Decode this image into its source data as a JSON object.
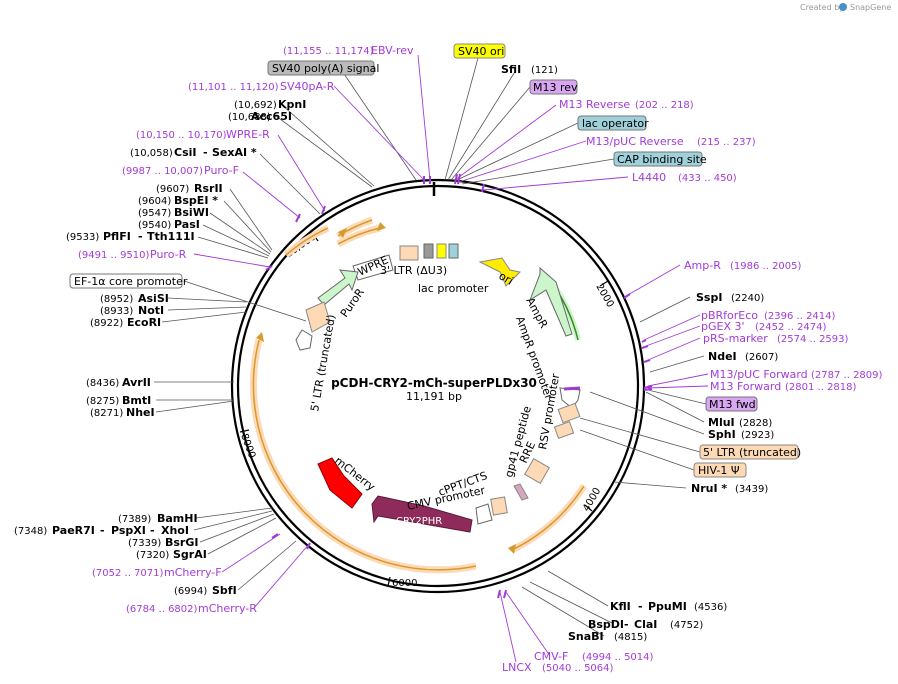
{
  "credit": {
    "text": "Created by",
    "brand": "SnapGene"
  },
  "map": {
    "name": "pCDH-CRY2-mCh-superPLDx30",
    "length": "11,191 bp"
  },
  "ticks": [
    "2000",
    "4000",
    "6000",
    "8000",
    "10,000"
  ],
  "labels": {
    "ebv_rev": {
      "name": "EBV-rev",
      "pos": "(11,155 .. 11,174)"
    },
    "sv40_ori": "SV40 ori",
    "sfii": {
      "name": "SfiI",
      "pos": "(121)"
    },
    "sv40_polya": "SV40 poly(A) signal",
    "sv40pa_r": {
      "name": "SV40pA-R",
      "pos": "(11,101 .. 11,120)"
    },
    "m13_rev": "M13 rev",
    "kpni": {
      "name": "KpnI",
      "pos": "(10,692)"
    },
    "acc65i": {
      "name": "Acc65I",
      "pos": "(10,688)"
    },
    "m13_reverse": {
      "name": "M13 Reverse",
      "pos": "(202 .. 218)"
    },
    "lac_operator": "lac operator",
    "wpre_r": {
      "name": "WPRE-R",
      "pos": "(10,150 .. 10,170)"
    },
    "m13puc_reverse": {
      "name": "M13/pUC Reverse",
      "pos": "(215 .. 237)"
    },
    "csii": {
      "name": "CsiI",
      "sep": "-",
      "name2": "SexAI *",
      "pos": "(10,058)"
    },
    "cap_site": "CAP binding site",
    "puro_f": {
      "name": "Puro-F",
      "pos": "(9987 .. 10,007)"
    },
    "l4440": {
      "name": "L4440",
      "pos": "(433 .. 450)"
    },
    "rsrii": {
      "name": "RsrII",
      "pos": "(9607)"
    },
    "bspei": {
      "name": "BspEI *",
      "pos": "(9604)"
    },
    "bsiwi": {
      "name": "BsiWI",
      "pos": "(9547)"
    },
    "pasi": {
      "name": "PasI",
      "pos": "(9540)"
    },
    "pflfi": {
      "name": "PflFI",
      "sep": "-",
      "name2": "Tth111I",
      "pos": "(9533)"
    },
    "puro_r": {
      "name": "Puro-R",
      "pos": "(9491 .. 9510)"
    },
    "amp_r": {
      "name": "Amp-R",
      "pos": "(1986 .. 2005)"
    },
    "ef1a": "EF-1α core promoter",
    "sspi": {
      "name": "SspI",
      "pos": "(2240)"
    },
    "asisi": {
      "name": "AsiSI",
      "pos": "(8952)"
    },
    "noti": {
      "name": "NotI",
      "pos": "(8933)"
    },
    "ecori": {
      "name": "EcoRI",
      "pos": "(8922)"
    },
    "pbrforeco": {
      "name": "pBRforEco",
      "pos": "(2396 .. 2414)"
    },
    "pgex3": {
      "name": "pGEX 3'",
      "pos": "(2452 .. 2474)"
    },
    "prs_marker": {
      "name": "pRS-marker",
      "pos": "(2574 .. 2593)"
    },
    "ndei": {
      "name": "NdeI",
      "pos": "(2607)"
    },
    "m13puc_forward": {
      "name": "M13/pUC Forward",
      "pos": "(2787 .. 2809)"
    },
    "m13_forward": {
      "name": "M13 Forward",
      "pos": "(2801 .. 2818)"
    },
    "avrii": {
      "name": "AvrII",
      "pos": "(8436)"
    },
    "m13_fwd": "M13 fwd",
    "bmti": {
      "name": "BmtI",
      "pos": "(8275)"
    },
    "nhei": {
      "name": "NheI",
      "pos": "(8271)"
    },
    "mlui": {
      "name": "MluI",
      "pos": "(2828)"
    },
    "sphi": {
      "name": "SphI",
      "pos": "(2923)"
    },
    "ltr5_trunc": "5' LTR (truncated)",
    "hiv1_psi": "HIV-1 Ψ",
    "nrui": {
      "name": "NruI *",
      "pos": "(3439)"
    },
    "bamhi": {
      "name": "BamHI",
      "pos": "(7389)"
    },
    "paer7i": {
      "name": "PaeR7I",
      "sep1": "-",
      "name2": "PspXI",
      "sep2": "-",
      "name3": "XhoI",
      "pos": "(7348)"
    },
    "bsrgi": {
      "name": "BsrGI",
      "pos": "(7339)"
    },
    "sgrai": {
      "name": "SgrAI",
      "pos": "(7320)"
    },
    "mcherry_f": {
      "name": "mCherry-F",
      "pos": "(7052 .. 7071)"
    },
    "sbfi": {
      "name": "SbfI",
      "pos": "(6994)"
    },
    "mcherry_r": {
      "name": "mCherry-R",
      "pos": "(6784 .. 6802)"
    },
    "kfli": {
      "name": "KflI",
      "sep": "-",
      "name2": "PpuMI",
      "pos": "(4536)"
    },
    "bspdi": {
      "name": "BspDI",
      "sep": "-",
      "name2": "ClaI",
      "pos": "(4752)"
    },
    "snabi": {
      "name": "SnaBI",
      "pos": "(4815)"
    },
    "cmv_f": {
      "name": "CMV-F",
      "pos": "(4994 .. 5014)"
    },
    "lncx": {
      "name": "LNCX",
      "pos": "(5040 .. 5064)"
    }
  },
  "inner": {
    "ltr3": "3' LTR (ΔU3)",
    "lac_promoter": "lac promoter",
    "wpre": "WPRE",
    "puror": "PuroR",
    "ltr5_trunc": "5' LTR (truncated)",
    "ori": "ori",
    "ampr": "AmpR",
    "ampr_promoter": "AmpR promoter",
    "rsv_promoter": "RSV promoter",
    "gp41": "gp41 peptide",
    "rre": "RRE",
    "cppt": "cPPT/CTS",
    "cmv_promoter": "CMV promoter",
    "mcherry": "mCherry",
    "cry2phr": "CRY2PHR"
  },
  "colors": {
    "primer": "#a23bd6",
    "ori": "#ffec00",
    "ampr": "#ccf5cc",
    "mcherry": "#ff0000",
    "cry2": "#8e2b5a",
    "ltr": "#fdd9b5",
    "yellow_box": "#ffff00",
    "purple_box": "#d9a6f2",
    "blue_box": "#9fd1da",
    "grey_box": "#bbbbbb"
  }
}
